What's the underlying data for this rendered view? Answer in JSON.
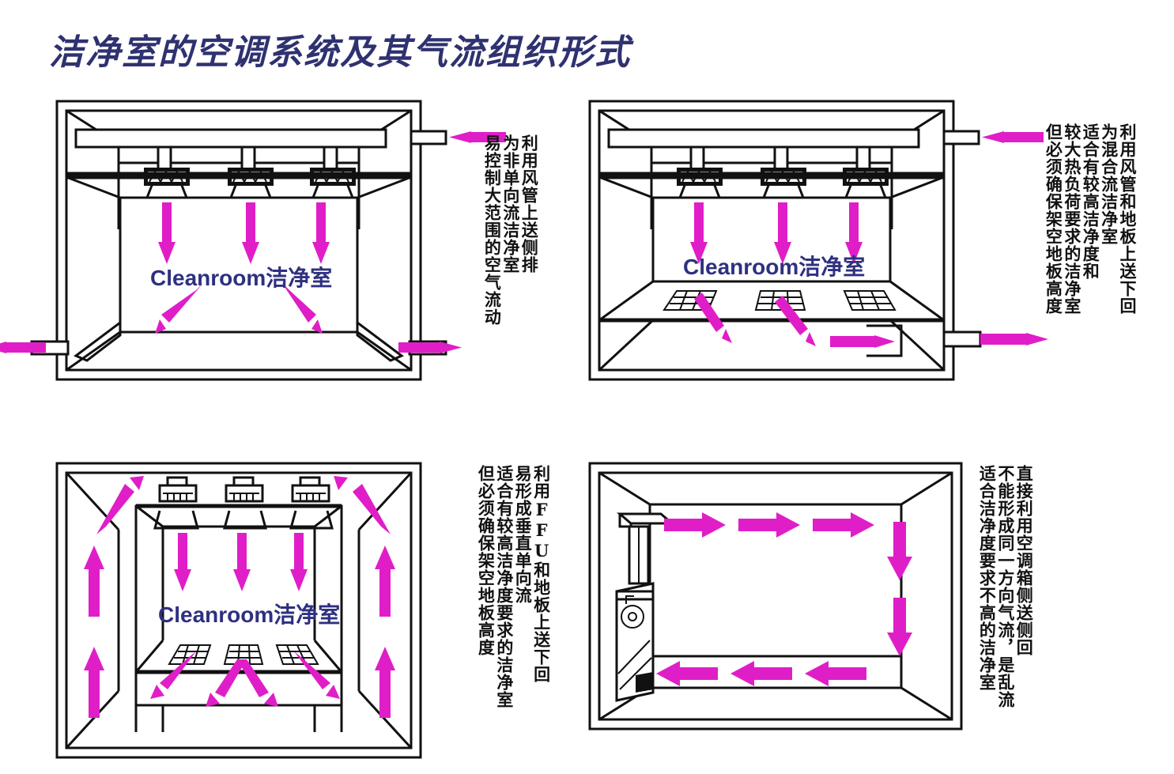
{
  "title": "洁净室的空调系统及其气流组织形式",
  "room_label": {
    "en": "Cleanroom",
    "cn": "洁净室"
  },
  "colors": {
    "title": "#2f3270",
    "room_label": "#2e3080",
    "arrow": "#e01ec8",
    "line": "#111111",
    "background": "#ffffff"
  },
  "panels": [
    {
      "id": "panel-1",
      "position": "top-left",
      "label": "Cleanroom洁净室",
      "scheme": "duct-supply-side-return",
      "notes": [
        "利用风管上送侧排",
        "为非单向流洁净室",
        "易控制大范围的空气流动"
      ],
      "features": {
        "ceiling_diffusers": 3,
        "supply_arrows": 3,
        "return_arrows": 2,
        "duct_inlet": "top-right",
        "exhaust_outlets": [
          "bottom-left",
          "bottom-right"
        ],
        "raised_floor": false,
        "floor_grilles": 0
      }
    },
    {
      "id": "panel-2",
      "position": "top-right",
      "label": "Cleanroom洁净室",
      "scheme": "duct-and-raised-floor-supply-down-return",
      "notes": [
        "利用风管和地板上送下回",
        "为混合流洁净室",
        "适合有较高洁净度和",
        "较大热负荷要求的洁净室",
        "但必须确保架空地板高度"
      ],
      "features": {
        "ceiling_diffusers": 3,
        "supply_arrows": 3,
        "return_arrows": 3,
        "duct_inlet": "top-right",
        "exhaust_outlets": [
          "bottom-right"
        ],
        "raised_floor": true,
        "floor_grilles": 3
      }
    },
    {
      "id": "panel-3",
      "position": "bottom-left",
      "label": "Cleanroom洁净室",
      "scheme": "ffu-and-raised-floor-supply-down-return",
      "notes": [
        "利用FFU和地板上送下回",
        "易形成垂直单向流",
        "适合有较高洁净度要求的洁净室",
        "但必须确保架空地板高度"
      ],
      "features": {
        "ffu_units": 3,
        "supply_arrows": 3,
        "floor_grilles": 3,
        "under_floor_arrows": 3,
        "side_return_arrows": 4,
        "corner_arrows": 2,
        "raised_floor": true
      }
    },
    {
      "id": "panel-4",
      "position": "bottom-right",
      "label": "",
      "scheme": "ahu-side-supply-side-return",
      "notes": [
        "直接利用空调箱侧送侧回",
        "不能形成同一方向气流，是乱流",
        "适合洁净度要求不高的洁净室"
      ],
      "features": {
        "ahu_unit": 1,
        "top_arrows": 3,
        "right_arrows": 2,
        "bottom_arrows": 3,
        "raised_floor": false,
        "floor_grilles": 0
      }
    }
  ]
}
